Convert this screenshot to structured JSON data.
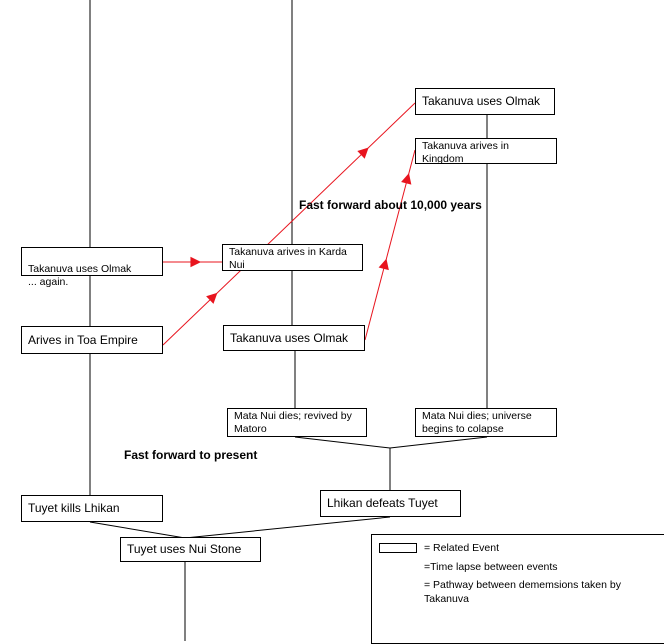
{
  "events": {
    "olmak_top": "Takanuva uses Olmak",
    "arrives_kingdom": "Takanuva arives in Kingdom",
    "olmak_again": "Takanuva uses Olmak\n... again.",
    "arrives_karda_nui": "Takanuva arives in Karda Nui",
    "arrives_toa_empire": "Arives in Toa Empire",
    "olmak_mid": "Takanuva uses Olmak",
    "mata_nui_revived": "Mata Nui dies; revived by Matoro",
    "mata_nui_collapse": "Mata Nui dies; universe begins to colapse",
    "tuyet_kills": "Tuyet kills Lhikan",
    "lhikan_defeats": "Lhikan defeats Tuyet",
    "tuyet_nui_stone": "Tuyet uses Nui Stone"
  },
  "notes": {
    "fast_forward_10000": "Fast forward about 10,000 years",
    "fast_forward_present": "Fast forward to present"
  },
  "legend": {
    "related_event": "= Related Event",
    "time_lapse": "=Time lapse between events",
    "pathway": "= Pathway between dememsions taken by Takanuva"
  },
  "colors": {
    "line": "#000000",
    "pathway": "#e8141e"
  }
}
